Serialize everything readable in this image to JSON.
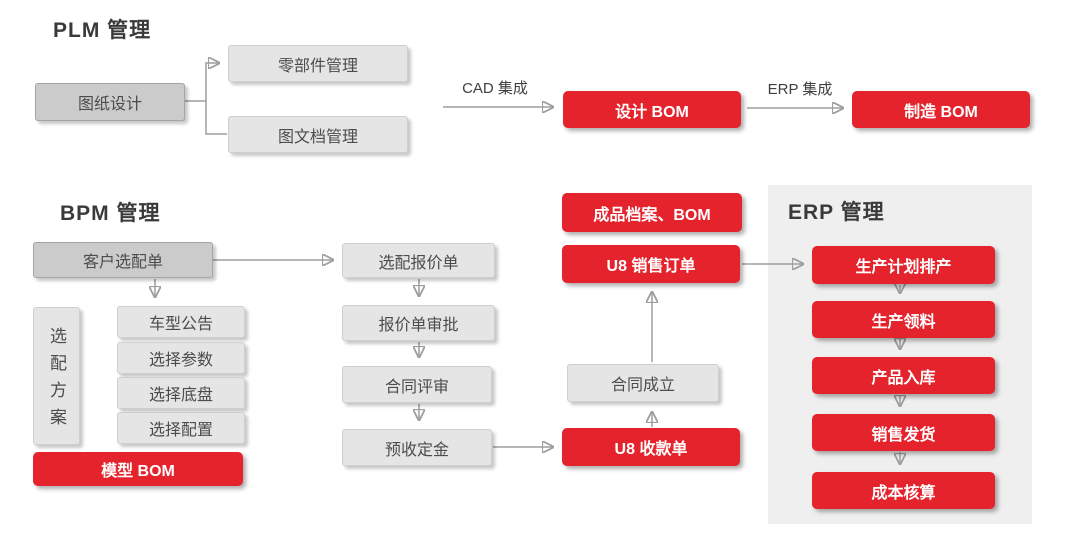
{
  "sections": {
    "plm": {
      "title": "PLM 管理"
    },
    "bpm": {
      "title": "BPM 管理"
    },
    "erp": {
      "title": "ERP 管理"
    }
  },
  "labels": {
    "cad_integration": "CAD 集成",
    "erp_integration": "ERP 集成"
  },
  "nodes": {
    "drawing_design": "图纸设计",
    "parts_management": "零部件管理",
    "drawing_doc_management": "图文档管理",
    "design_bom": "设计 BOM",
    "manufacturing_bom": "制造 BOM",
    "customer_config_order": "客户选配单",
    "config_plan": "选配方案",
    "vehicle_model_notice": "车型公告",
    "select_parameters": "选择参数",
    "select_chassis": "选择底盘",
    "select_configuration": "选择配置",
    "model_bom": "模型 BOM",
    "config_quotation": "选配报价单",
    "quotation_approval": "报价单审批",
    "contract_review": "合同评审",
    "advance_deposit": "预收定金",
    "u8_receipt": "U8 收款单",
    "contract_established": "合同成立",
    "u8_sales_order": "U8 销售订单",
    "finished_product_archive_bom": "成品档案、BOM",
    "production_plan_scheduling": "生产计划排产",
    "production_material_picking": "生产领料",
    "product_warehousing": "产品入库",
    "sales_delivery": "销售发货",
    "cost_accounting": "成本核算"
  },
  "colors": {
    "red_box": "#e4232c",
    "gray_box": "#e5e5e5",
    "dark_gray_box": "#cbcbcb",
    "panel_bg": "#efefef",
    "arrow": "#9e9e9e",
    "text_dark": "#4c4c4c",
    "title_text": "#3a3a3a",
    "box_text_light": "#ffffff",
    "background": "#ffffff"
  }
}
